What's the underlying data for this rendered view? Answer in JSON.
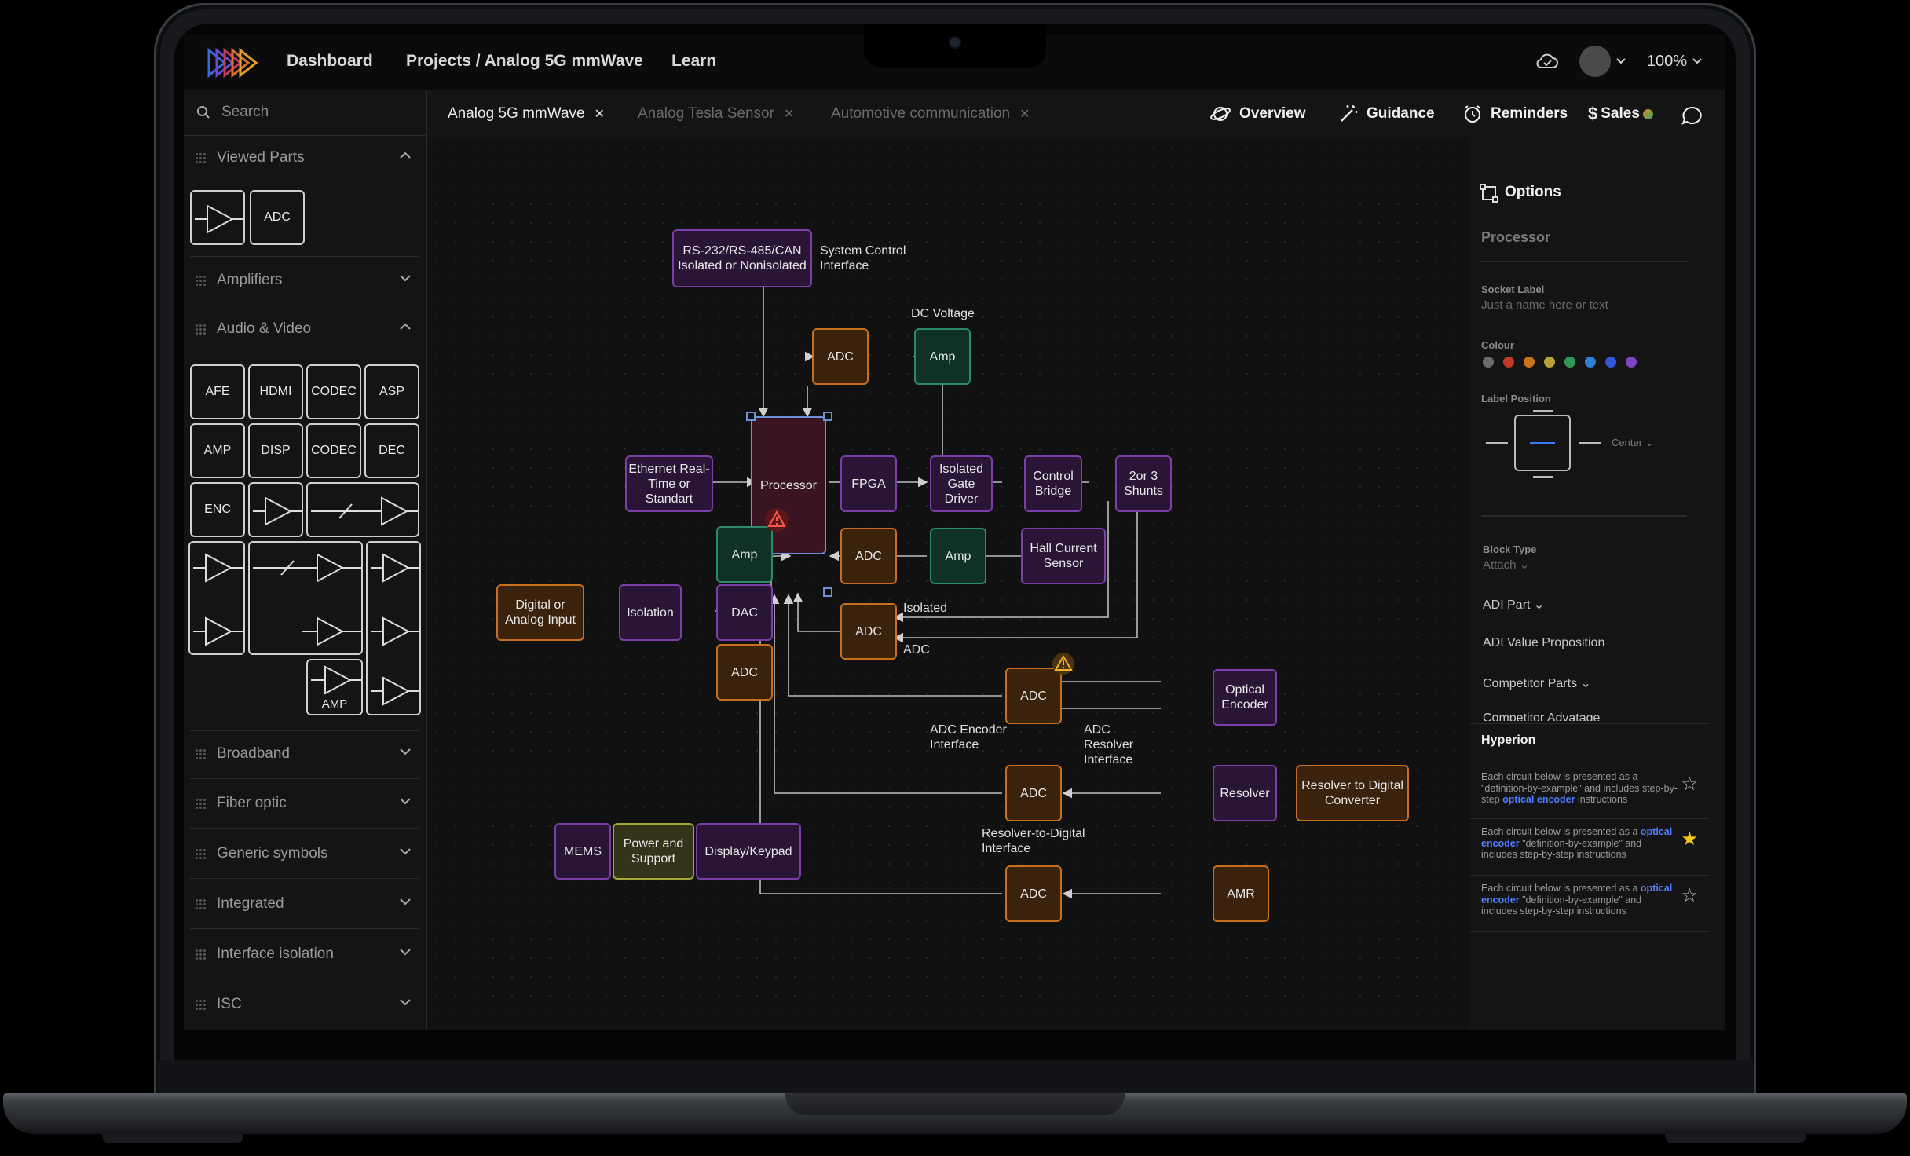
{
  "topbar": {
    "nav_dashboard": "Dashboard",
    "nav_projects": "Projects / Analog 5G mmWave",
    "nav_learn": "Learn",
    "zoom": "100%"
  },
  "sidebar": {
    "search_placeholder": "Search",
    "viewed_parts": {
      "title": "Viewed Parts",
      "items": [
        "ADC"
      ]
    },
    "amplifiers": "Amplifiers",
    "audio_video": {
      "title": "Audio & Video",
      "row1": [
        "AFE",
        "HDMI",
        "CODEC",
        "ASP"
      ],
      "row2": [
        "AMP",
        "DISP",
        "CODEC",
        "DEC"
      ],
      "row3": [
        "ENC"
      ],
      "amp_tile": "AMP"
    },
    "collapsed": [
      "Broadband",
      "Fiber optic",
      "Generic symbols",
      "Integrated",
      "Interface isolation",
      "ISC"
    ]
  },
  "tabs": [
    {
      "label": "Analog 5G mmWave",
      "active": true
    },
    {
      "label": "Analog Tesla Sensor",
      "active": false
    },
    {
      "label": "Automotive communication",
      "active": false
    }
  ],
  "toolbar": {
    "overview": "Overview",
    "guidance": "Guidance",
    "reminders": "Reminders",
    "sales": "Sales"
  },
  "diagram": {
    "rs232": "RS-232/RS-485/CAN Isolated or Nonisolated",
    "system_control": "System Control Interface",
    "dc_voltage": "DC Voltage",
    "adc": "ADC",
    "amp": "Amp",
    "ethernet": "Ethernet Real-Time or Standart",
    "processor": "Processor",
    "fpga": "FPGA",
    "isolated_gate_driver": "Isolated Gate Driver",
    "control_bridge": "Control Bridge",
    "shunts": "2or 3 Shunts",
    "hall_sensor": "Hall Current Sensor",
    "digital_input": "Digital or Analog Input",
    "isolation": "Isolation",
    "dac": "DAC",
    "isolated": "Isolated",
    "adc_label": "ADC",
    "optical_encoder": "Optical Encoder",
    "adc_encoder_interface": "ADC Encoder Interface",
    "adc_resolver_interface": "ADC Resolver Interface",
    "resolver": "Resolver",
    "resolver_converter": "Resolver to Digital Converter",
    "resolver_digital_interface": "Resolver-to-Digital Interface",
    "amr": "AMR",
    "mems": "MEMS",
    "power_support": "Power and Support",
    "display_keypad": "Display/Keypad"
  },
  "options": {
    "title": "Options",
    "selected": "Processor",
    "socket_label": "Socket Label",
    "socket_placeholder": "Just a name here or text",
    "colour": "Colour",
    "colours": [
      "#6b6b6b",
      "#c0392b",
      "#c8731c",
      "#b8a13a",
      "#2e9a5a",
      "#2f7fd1",
      "#3256d8",
      "#7b45c4"
    ],
    "label_position": "Label Position",
    "position_value": "Center",
    "block_type": "Block Type",
    "block_type_value": "Attach",
    "adi_part": "ADI Part",
    "adi_value": "ADI Value Proposition",
    "competitor_parts": "Competitor Parts",
    "competitor_advantage": "Competitor Advatage"
  },
  "hyperion": {
    "title": "Hyperion",
    "cards": [
      {
        "pre": "Each circuit below is presented as a \"definition-by-example\" and includes step-by-step ",
        "link": "optical encoder",
        "post": " instructions",
        "starred": false
      },
      {
        "pre": "Each circuit below is presented as a ",
        "link": "optical encoder",
        "post": " \"definition-by-example\" and includes step-by-step instructions",
        "starred": true
      },
      {
        "pre": "Each circuit below is presented as a ",
        "link": "optical encoder",
        "post": " \"definition-by-example\" and includes step-by-step instructions",
        "starred": false
      }
    ]
  }
}
